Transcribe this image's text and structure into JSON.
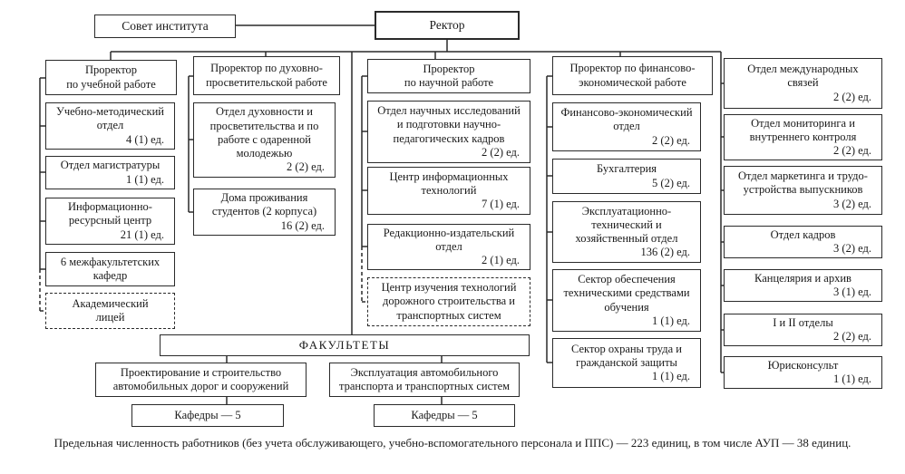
{
  "palette": {
    "background": "#ffffff",
    "line_color": "#2a2a2a",
    "text_color": "#1a1a1a"
  },
  "top": {
    "council": "Совет института",
    "rector": "Ректор"
  },
  "branches": [
    {
      "head": "Проректор\nпо учебной работе",
      "children": [
        {
          "name": "Учебно-методический\nотдел",
          "units": "4 (1) ед."
        },
        {
          "name": "Отдел магистратуры",
          "units": "1 (1) ед."
        },
        {
          "name": "Информационно-\nресурсный центр",
          "units": "21 (1) ед."
        },
        {
          "name": "6 межфакультетских\nкафедр"
        },
        {
          "name": "Академический\nлицей",
          "dashed": true
        }
      ]
    },
    {
      "head": "Проректор по духовно-\nпросветительской работе",
      "children": [
        {
          "name": "Отдел духовности и\nпросветительства и по\nработе с одаренной\nмолодежью",
          "units": "2 (2) ед."
        },
        {
          "name": "Дома проживания\nстудентов (2 корпуса)",
          "units": "16 (2) ед."
        }
      ]
    },
    {
      "head": "Проректор\nпо научной работе",
      "children": [
        {
          "name": "Отдел научных исследований\nи подготовки научно-\nпедагогических кадров",
          "units": "2 (2) ед."
        },
        {
          "name": "Центр информационных\nтехнологий",
          "units": "7 (1) ед."
        },
        {
          "name": "Редакционно-издательский\nотдел",
          "units": "2 (1) ед."
        },
        {
          "name": "Центр изучения технологий\nдорожного строительства и\nтранспортных систем",
          "dashed": true
        }
      ]
    },
    {
      "head": "Проректор по финансово-\nэкономической работе",
      "children": [
        {
          "name": "Финансово-экономический\nотдел",
          "units": "2 (2) ед."
        },
        {
          "name": "Бухгалтерия",
          "units": "5 (2) ед."
        },
        {
          "name": "Эксплуатационно-\nтехнический и\nхозяйственный отдел",
          "units": "136 (2) ед."
        },
        {
          "name": "Сектор обеспечения\nтехническими средствами\nобучения",
          "units": "1 (1) ед."
        },
        {
          "name": "Сектор охраны труда и\nгражданской защиты",
          "units": "1 (1) ед."
        }
      ]
    }
  ],
  "rector_departments": [
    {
      "name": "Отдел международных\nсвязей",
      "units": "2 (2) ед."
    },
    {
      "name": "Отдел мониторинга и\nвнутреннего контроля",
      "units": "2 (2) ед."
    },
    {
      "name": "Отдел маркетинга и трудо-\nустройства выпускников",
      "units": "3 (2) ед."
    },
    {
      "name": "Отдел кадров",
      "units": "3 (2) ед."
    },
    {
      "name": "Канцелярия и архив",
      "units": "3 (1) ед."
    },
    {
      "name": "I и II отделы",
      "units": "2 (2) ед."
    },
    {
      "name": "Юрисконсульт",
      "units": "1 (1) ед."
    }
  ],
  "faculties": {
    "header": "ФАКУЛЬТЕТЫ",
    "items": [
      {
        "name": "Проектирование и строительство\nавтомобильных дорог и сооружений",
        "departments": "Кафедры — 5"
      },
      {
        "name": "Эксплуатация автомобильного\nтранспорта и транспортных систем",
        "departments": "Кафедры — 5"
      }
    ]
  },
  "footnote": "Предельная численность работников (без учета обслуживающего, учебно-вспомогательного персонала и ППС) — 223 единиц, в том числе АУП — 38 единиц."
}
